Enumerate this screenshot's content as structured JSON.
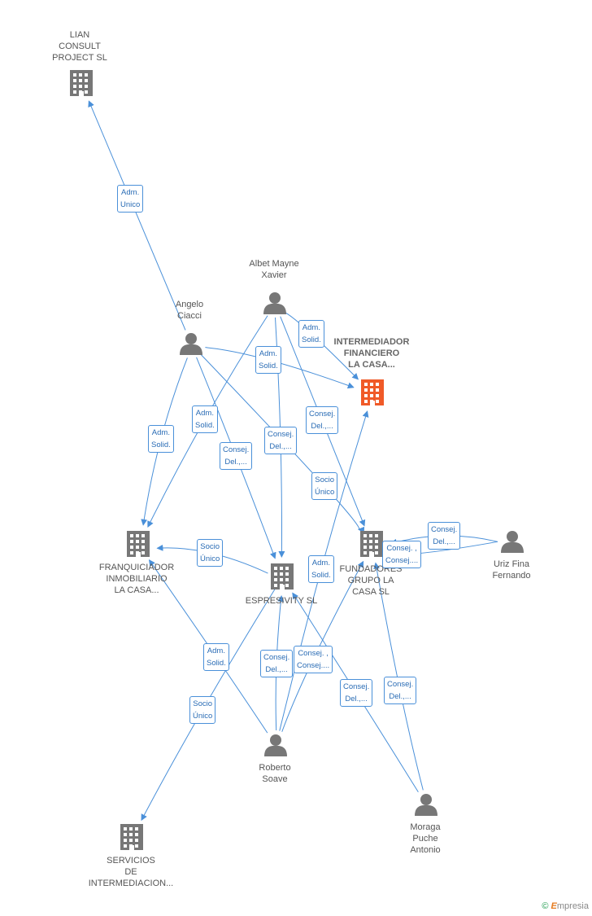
{
  "nodes": {
    "lian": {
      "label": "LIAN\nCONSULT\nPROJECT SL",
      "type": "company"
    },
    "intermediador": {
      "label": "INTERMEDIADOR\nFINANCIERO\nLA CASA...",
      "type": "company-main"
    },
    "franquiciador": {
      "label": "FRANQUICIADOR\nINMOBILIARIO\nLA CASA...",
      "type": "company"
    },
    "espresivity": {
      "label": "ESPRESIVITY SL",
      "type": "company"
    },
    "fundadores": {
      "label": "FUNDADORES\nGRUPO LA\nCASA SL",
      "type": "company"
    },
    "servicios": {
      "label": "SERVICIOS\nDE\nINTERMEDIACION...",
      "type": "company"
    },
    "angelo": {
      "label": "Angelo\nCiacci",
      "type": "person"
    },
    "albet": {
      "label": "Albet Mayne\nXavier",
      "type": "person"
    },
    "uriz": {
      "label": "Uriz Fina\nFernando",
      "type": "person"
    },
    "roberto": {
      "label": "Roberto\nSoave",
      "type": "person"
    },
    "moraga": {
      "label": "Moraga\nPuche\nAntonio",
      "type": "person"
    }
  },
  "edge_labels": [
    "Adm.\nUnico",
    "Adm.\nSolid.",
    "Adm.\nSolid.",
    "Adm.\nSolid.",
    "Adm.\nSolid.",
    "Consej.\nDel.,...",
    "Consej.\nDel.,...",
    "Consej.\nDel.,...",
    "Socio\nÚnico",
    "Consej.\nDel.,...",
    "Consej. ,\nConsej....",
    "Socio\nÚnico",
    "Adm.\nSolid.",
    "Adm.\nSolid.",
    "Consej.\nDel.,...",
    "Consej. ,\nConsej....",
    "Socio\nÚnico",
    "Consej.\nDel.,...",
    "Consej.\nDel.,..."
  ],
  "footer": {
    "copyright": "©",
    "brand_first": "E",
    "brand_rest": "mpresia"
  },
  "colors": {
    "edge": "#4a90d9",
    "company": "#777777",
    "main_company": "#f05a28",
    "person": "#777777"
  }
}
